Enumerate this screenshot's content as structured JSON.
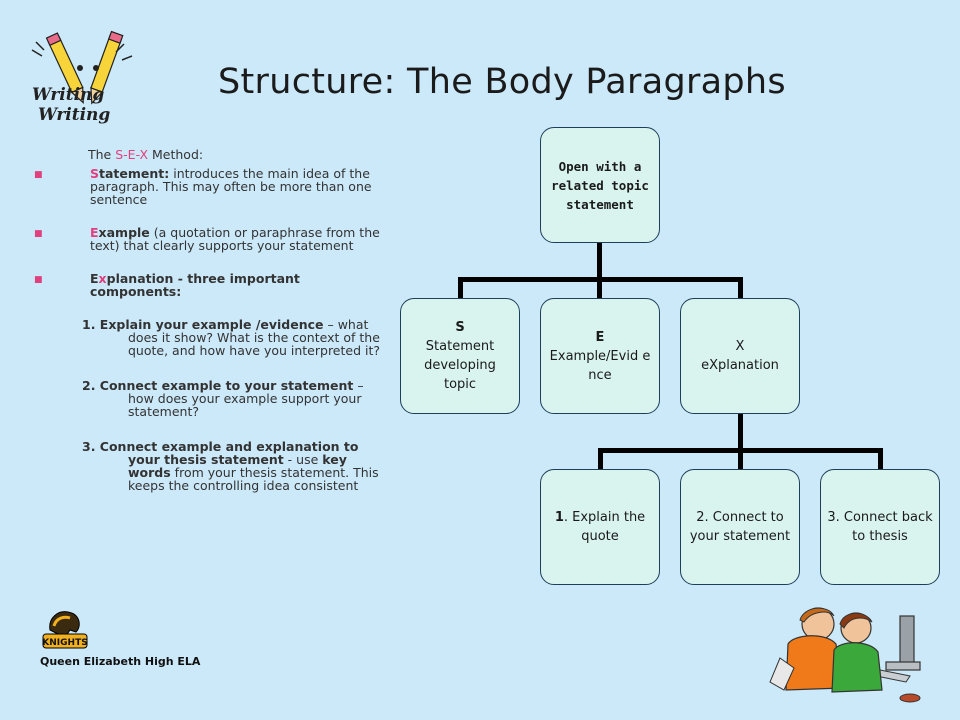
{
  "title": "Structure: The Body Paragraphs",
  "logo_text": [
    "Writing",
    "Writing"
  ],
  "method": {
    "intro_prefix": "The ",
    "intro_sex": "S-E-X",
    "intro_suffix": " Method:",
    "bullets": [
      {
        "first_letter": "S",
        "term_rest": "tatement:",
        "text": " introduces the main idea of the paragraph.  This may often be more than one sentence"
      },
      {
        "first_letter": "E",
        "term_rest": "xample",
        "text": " (a quotation or paraphrase from the text) that clearly supports your statement"
      },
      {
        "first_letter_pre": "E",
        "first_letter": "x",
        "term_rest": "planation - three important components:",
        "text": ""
      }
    ],
    "numbered": [
      {
        "bold": "1. Explain your example /evidence",
        "text": " – what does it show? What is the context of the quote, and how have you interpreted it?"
      },
      {
        "bold": "2. Connect example to your statement",
        "text": " – how does your example support your statement?"
      },
      {
        "bold": "3. Connect example and explanation to your thesis statement",
        "mid": "  - use ",
        "bold2": "key words",
        "text": " from your thesis statement.  This keeps the controlling idea consistent"
      }
    ]
  },
  "diagram": {
    "root": "Open with a related topic statement",
    "level1": [
      {
        "letter": "S",
        "label": "Statement developing topic"
      },
      {
        "letter": "E",
        "label": "Example/Evid ence"
      },
      {
        "letter": "X",
        "label": "eXplanation"
      }
    ],
    "level2": [
      {
        "label_bold": "1",
        "label": ". Explain the quote"
      },
      {
        "label": "2. Connect to your statement"
      },
      {
        "label": "3. Connect back to thesis"
      }
    ]
  },
  "footer": "Queen Elizabeth High ELA",
  "knights_label": "KNIGHTS"
}
